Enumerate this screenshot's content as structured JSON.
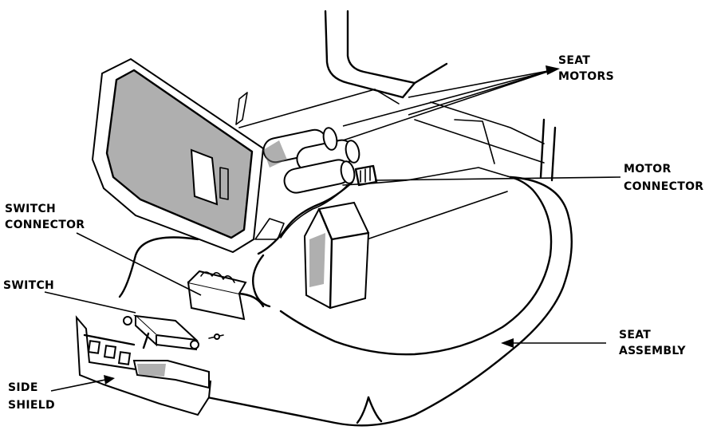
{
  "labels": {
    "seat_motors": {
      "line1": "SEAT",
      "line2": "MOTORS"
    },
    "motor_connector": {
      "line1": "MOTOR",
      "line2": "CONNECTOR"
    },
    "switch_connector": {
      "line1": "SWITCH",
      "line2": "CONNECTOR"
    },
    "switch": {
      "line1": "SWITCH"
    },
    "seat_assembly": {
      "line1": "SEAT",
      "line2": "ASSEMBLY"
    },
    "side_shield": {
      "line1": "SIDE",
      "line2": "SHIELD"
    }
  },
  "colors": {
    "ink": "#000000",
    "paper": "#ffffff",
    "shade": "#6d6d6d"
  }
}
